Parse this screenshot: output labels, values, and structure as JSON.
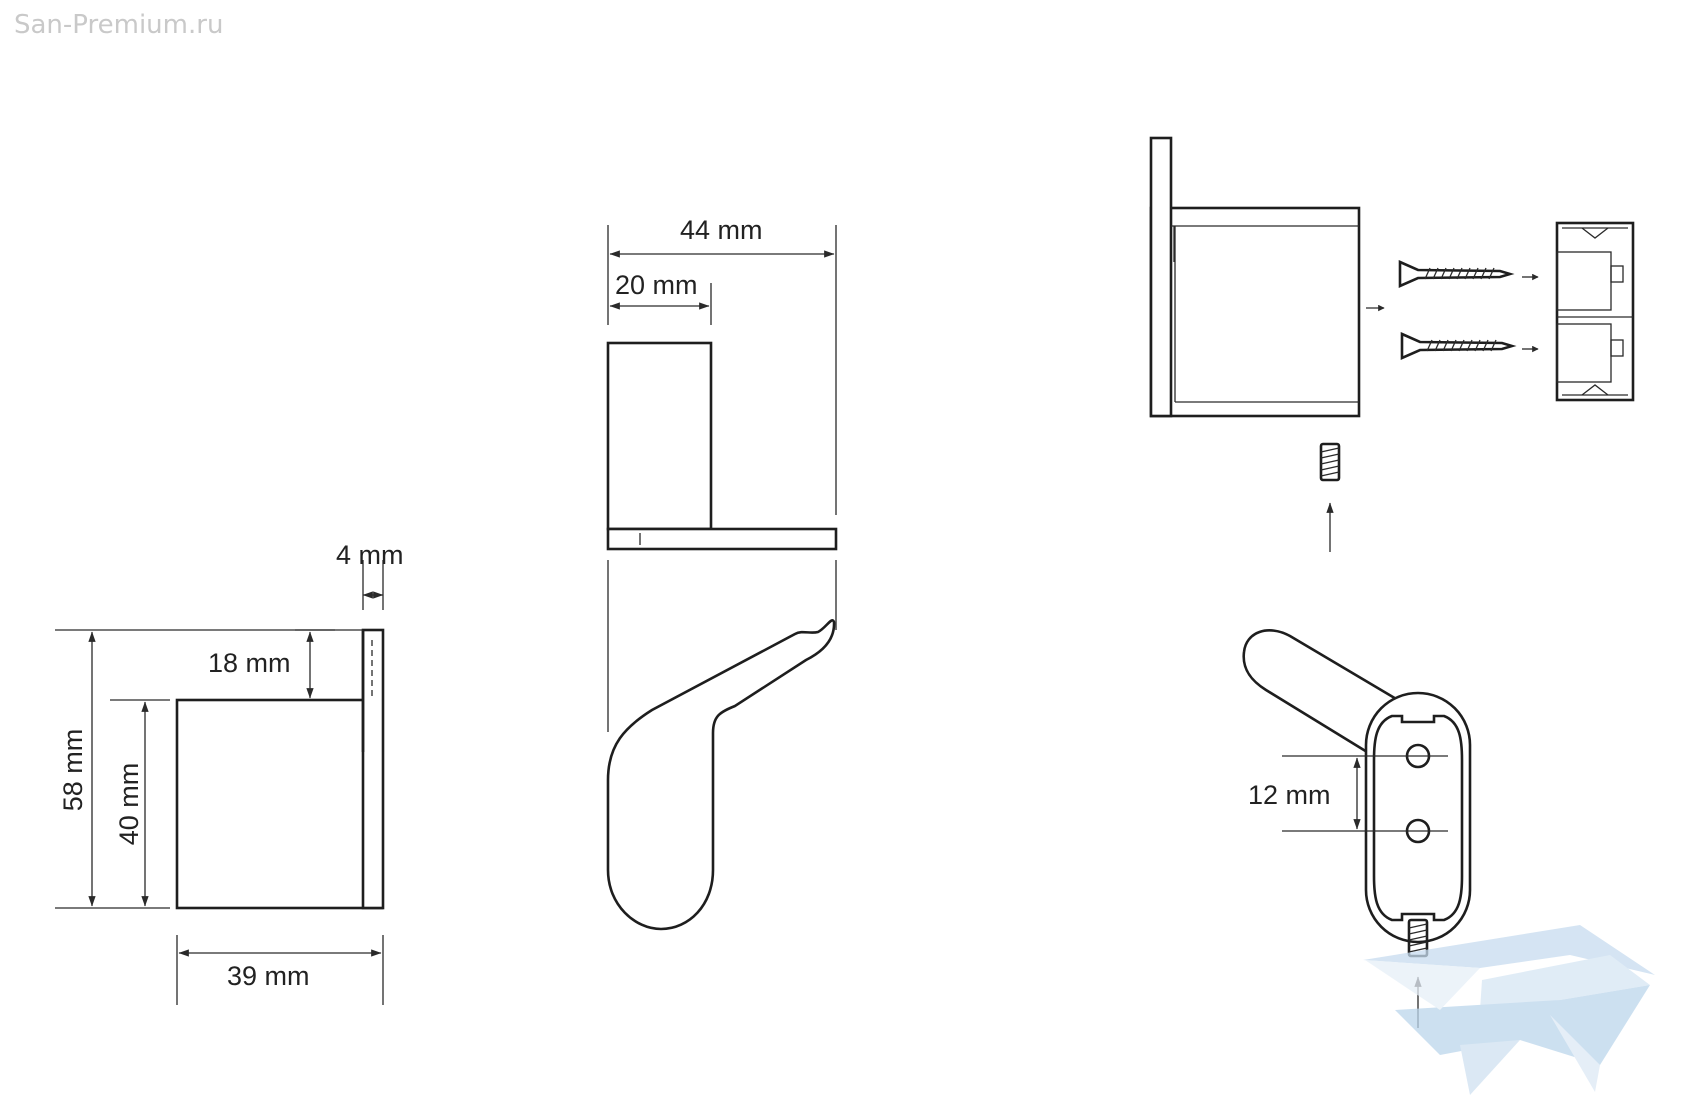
{
  "watermark": "San-Premium.ru",
  "colors": {
    "line": "#1e1e1e",
    "dimension": "#2a2a2a",
    "logo": "#c7dcef",
    "watermark_text": "#c9c9c9"
  },
  "dimensions": {
    "thickness": "4 mm",
    "offset_top": "18 mm",
    "total_height": "58 mm",
    "block_height": "40 mm",
    "width": "39 mm",
    "depth_total": "44 mm",
    "depth_block": "20 mm",
    "hole_spacing": "12 mm"
  },
  "logo": {
    "name": "san-premium-logo-icon"
  }
}
